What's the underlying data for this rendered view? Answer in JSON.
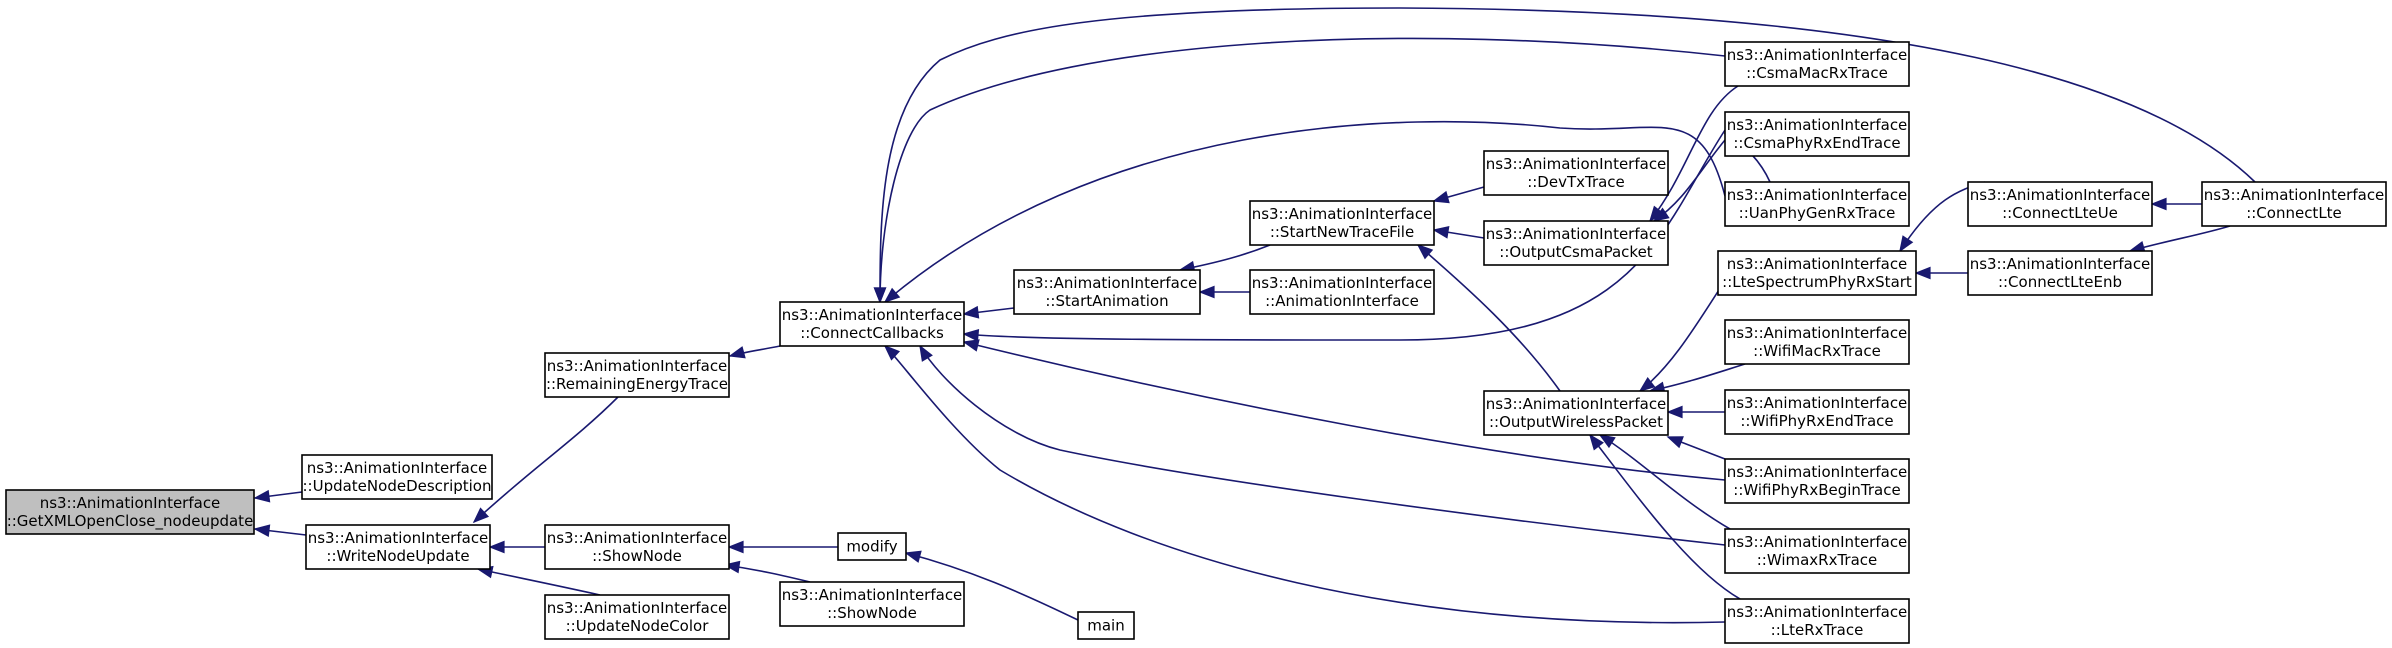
{
  "colors": {
    "edge": "#191970",
    "root_fill": "#bfbfbf",
    "node_fill": "#ffffff",
    "node_border": "#000000"
  },
  "nodes": {
    "n0": {
      "lines": [
        "ns3::AnimationInterface",
        "::GetXMLOpenClose_nodeupdate"
      ]
    },
    "n1": {
      "lines": [
        "ns3::AnimationInterface",
        "::UpdateNodeDescription"
      ]
    },
    "n2": {
      "lines": [
        "ns3::AnimationInterface",
        "::WriteNodeUpdate"
      ]
    },
    "n3": {
      "lines": [
        "ns3::AnimationInterface",
        "::RemainingEnergyTrace"
      ]
    },
    "n4": {
      "lines": [
        "ns3::AnimationInterface",
        "::ShowNode"
      ]
    },
    "n5": {
      "lines": [
        "ns3::AnimationInterface",
        "::UpdateNodeColor"
      ]
    },
    "n6": {
      "lines": [
        "ns3::AnimationInterface",
        "::ConnectCallbacks"
      ]
    },
    "n7": {
      "lines": [
        "modify"
      ]
    },
    "n8": {
      "lines": [
        "ns3::AnimationInterface",
        "::ShowNode"
      ]
    },
    "n9": {
      "lines": [
        "main"
      ]
    },
    "n10": {
      "lines": [
        "ns3::AnimationInterface",
        "::StartAnimation"
      ]
    },
    "n11": {
      "lines": [
        "ns3::AnimationInterface",
        "::StartNewTraceFile"
      ]
    },
    "n12": {
      "lines": [
        "ns3::AnimationInterface",
        "::AnimationInterface"
      ]
    },
    "n13": {
      "lines": [
        "ns3::AnimationInterface",
        "::DevTxTrace"
      ]
    },
    "n14": {
      "lines": [
        "ns3::AnimationInterface",
        "::OutputCsmaPacket"
      ]
    },
    "n15": {
      "lines": [
        "ns3::AnimationInterface",
        "::OutputWirelessPacket"
      ]
    },
    "n16": {
      "lines": [
        "ns3::AnimationInterface",
        "::CsmaMacRxTrace"
      ]
    },
    "n17": {
      "lines": [
        "ns3::AnimationInterface",
        "::CsmaPhyRxEndTrace"
      ]
    },
    "n18": {
      "lines": [
        "ns3::AnimationInterface",
        "::UanPhyGenRxTrace"
      ]
    },
    "n19": {
      "lines": [
        "ns3::AnimationInterface",
        "::LteSpectrumPhyRxStart"
      ]
    },
    "n20": {
      "lines": [
        "ns3::AnimationInterface",
        "::WifiMacRxTrace"
      ]
    },
    "n21": {
      "lines": [
        "ns3::AnimationInterface",
        "::WifiPhyRxEndTrace"
      ]
    },
    "n22": {
      "lines": [
        "ns3::AnimationInterface",
        "::WifiPhyRxBeginTrace"
      ]
    },
    "n23": {
      "lines": [
        "ns3::AnimationInterface",
        "::WimaxRxTrace"
      ]
    },
    "n24": {
      "lines": [
        "ns3::AnimationInterface",
        "::LteRxTrace"
      ]
    },
    "n25": {
      "lines": [
        "ns3::AnimationInterface",
        "::ConnectLteUe"
      ]
    },
    "n26": {
      "lines": [
        "ns3::AnimationInterface",
        "::ConnectLteEnb"
      ]
    },
    "n27": {
      "lines": [
        "ns3::AnimationInterface",
        "::ConnectLte"
      ]
    }
  }
}
